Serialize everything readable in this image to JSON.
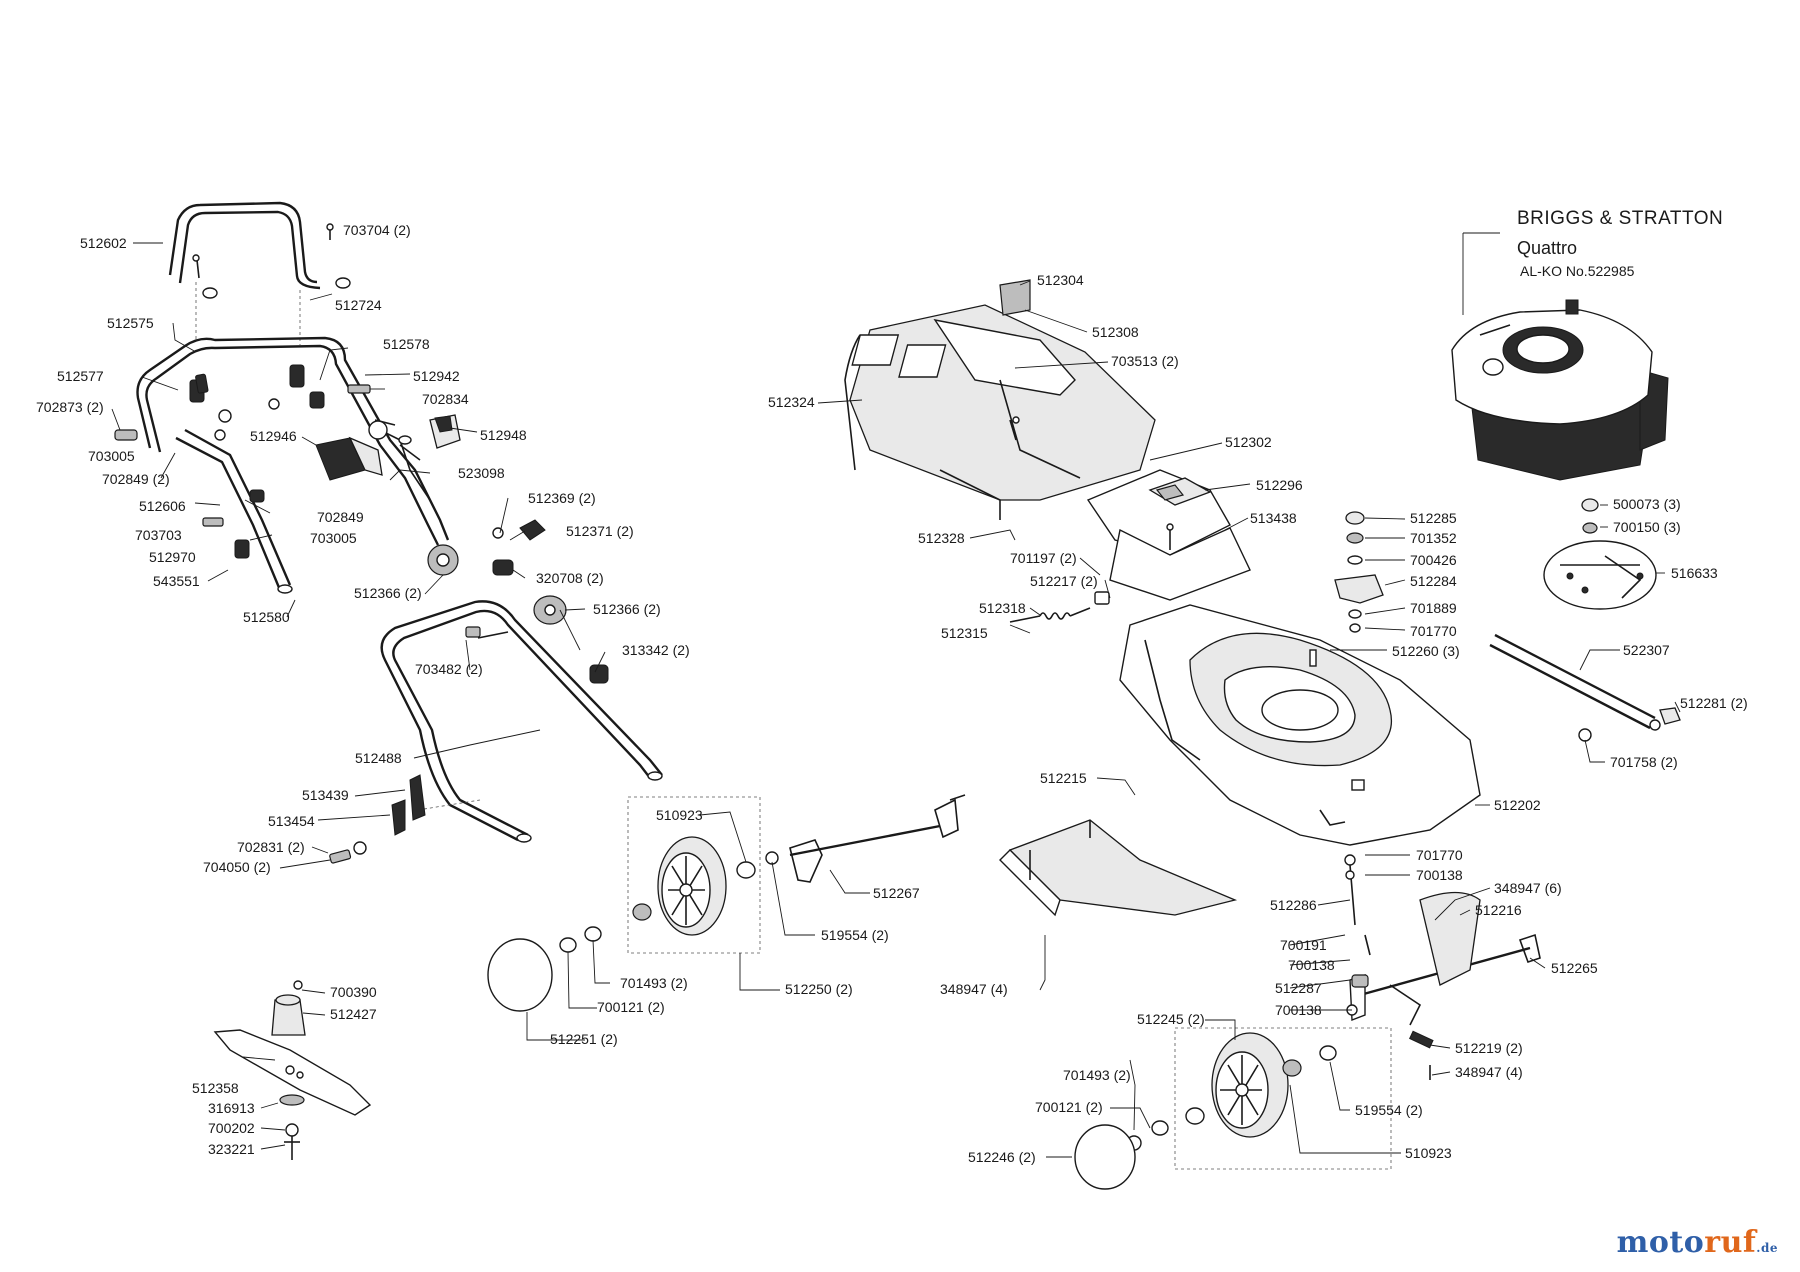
{
  "engine": {
    "brand": "BRIGGS & STRATTON",
    "model": "Quattro",
    "alko_no": "AL-KO No.522985"
  },
  "logo": {
    "part1": "moto",
    "part2": "ruf",
    "suffix": ".de"
  },
  "labels": {
    "l512602": "512602",
    "l703704": "703704 (2)",
    "l512724": "512724",
    "l512575": "512575",
    "l512578": "512578",
    "l512577": "512577",
    "l512942": "512942",
    "l702873": "702873 (2)",
    "l702834": "702834",
    "l512946": "512946",
    "l512948": "512948",
    "l703005a": "703005",
    "l702849x2": "702849 (2)",
    "l523098": "523098",
    "l512606": "512606",
    "l702849": "702849",
    "l512369": "512369 (2)",
    "l703703": "703703",
    "l703005b": "703005",
    "l512371": "512371 (2)",
    "l512970": "512970",
    "l543551": "543551",
    "l320708": "320708 (2)",
    "l512366a": "512366 (2)",
    "l512366b": "512366 (2)",
    "l512580": "512580",
    "l313342": "313342 (2)",
    "l703482": "703482 (2)",
    "l512488": "512488",
    "l513439": "513439",
    "l513454": "513454",
    "l702831": "702831 (2)",
    "l704050": "704050 (2)",
    "l510923a": "510923",
    "l519554a": "519554 (2)",
    "l512267": "512267",
    "l701493a": "701493  (2)",
    "l512250": "512250 (2)",
    "l700121a": "700121 (2)",
    "l512251": "512251 (2)",
    "l700390": "700390",
    "l512427": "512427",
    "l512358": "512358",
    "l316913": "316913",
    "l700202": "700202",
    "l323221": "323221",
    "l512304": "512304",
    "l512308": "512308",
    "l703513": "703513 (2)",
    "l512324": "512324",
    "l512302": "512302",
    "l512296": "512296",
    "l512328": "512328",
    "l513438": "513438",
    "l701197": "701197 (2)",
    "l512217": "512217 (2)",
    "l512318": "512318",
    "l512315": "512315",
    "l512285": "512285",
    "l701352": "701352",
    "l700426": "700426",
    "l512284": "512284",
    "l701889": "701889",
    "l701770a": "701770",
    "l512260": "512260 (3)",
    "l500073": "500073 (3)",
    "l700150": "700150 (3)",
    "l516633": "516633",
    "l522307": "522307",
    "l512281": "512281 (2)",
    "l701758": "701758 (2)",
    "l512215": "512215",
    "l512202": "512202",
    "l701770b": "701770",
    "l700138a": "700138",
    "l348947x6": "348947 (6)",
    "l512286": "512286",
    "l512216": "512216",
    "l700191": "700191",
    "l700138b": "700138",
    "l512265": "512265",
    "l348947x4a": "348947 (4)",
    "l512287": "512287",
    "l700138c": "700138",
    "l512245": "512245 (2)",
    "l512219": "512219 (2)",
    "l348947x4b": "348947 (4)",
    "l701493b": "701493 (2)",
    "l519554b": "519554 (2)",
    "l700121b": "700121 (2)",
    "l510923b": "510923",
    "l512246": "512246 (2)"
  }
}
